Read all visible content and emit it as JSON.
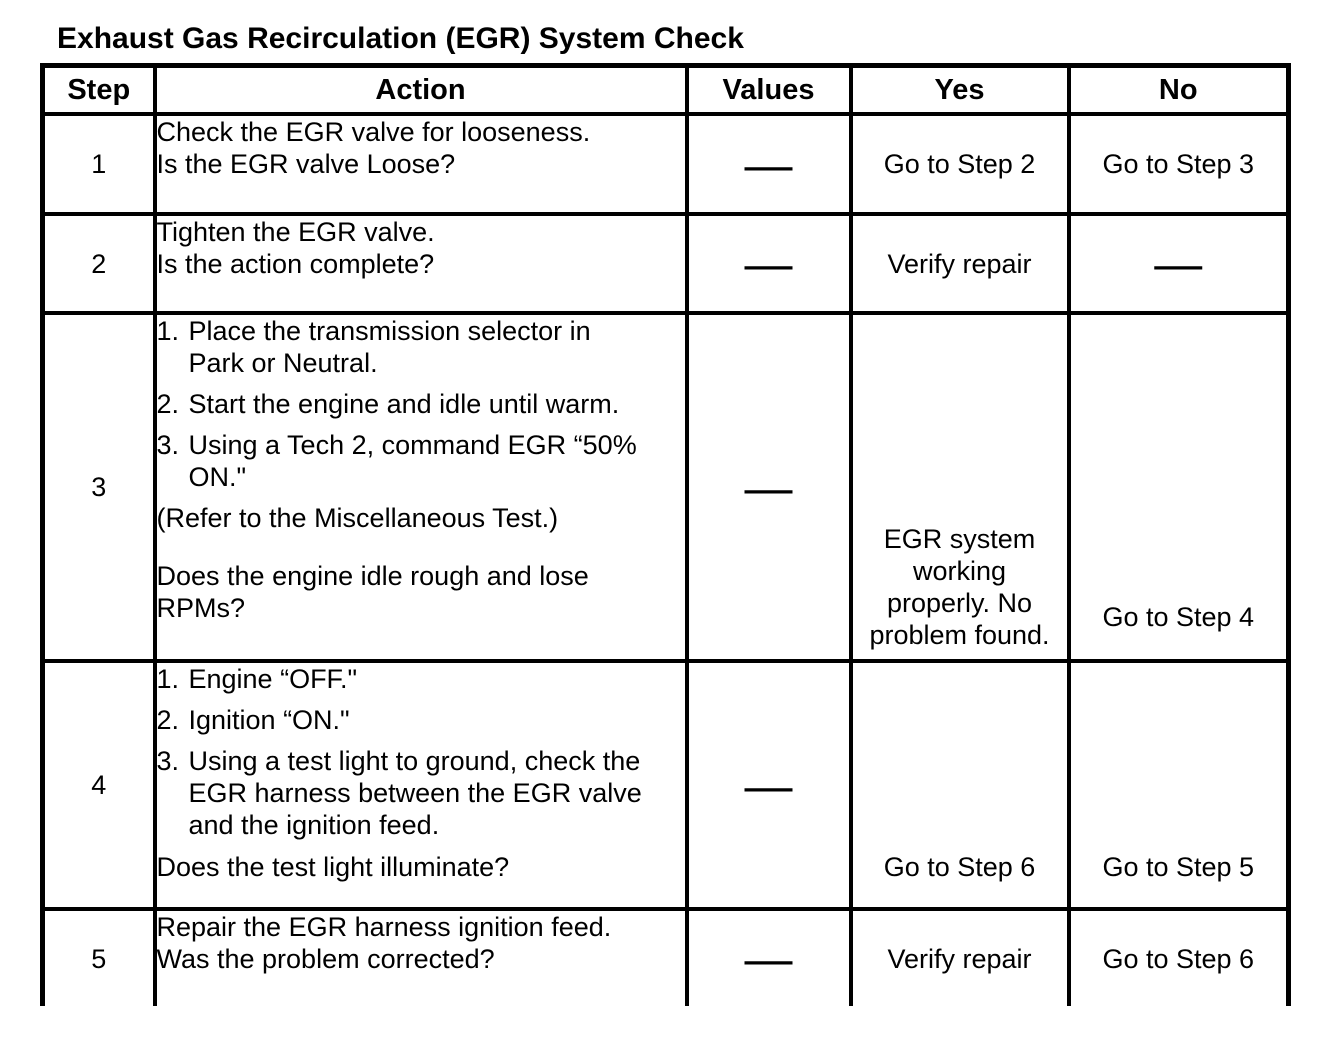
{
  "title": "Exhaust Gas Recirculation (EGR) System Check",
  "colors": {
    "text": "#000000",
    "border": "#000000",
    "background": "#ffffff"
  },
  "table": {
    "headers": {
      "step": "Step",
      "action": "Action",
      "values": "Values",
      "yes": "Yes",
      "no": "No"
    },
    "rows": [
      {
        "step": "1",
        "action_lines": [
          "Check the EGR valve for looseness.",
          "Is the EGR valve Loose?"
        ],
        "values": "—",
        "yes": "Go to Step 2",
        "no": "Go to Step 3"
      },
      {
        "step": "2",
        "action_lines": [
          "Tighten the EGR valve.",
          "Is the action complete?"
        ],
        "values": "—",
        "yes": "Verify repair",
        "no": "—"
      },
      {
        "step": "3",
        "items": [
          {
            "num": "1.",
            "lines": [
              "Place the transmission selector in",
              "Park or Neutral."
            ]
          },
          {
            "num": "2.",
            "lines": [
              "Start the engine and idle until warm."
            ]
          },
          {
            "num": "3.",
            "lines": [
              "Using a Tech 2, command EGR “50%",
              "ON.\""
            ]
          }
        ],
        "note": "(Refer to the Miscellaneous Test.)",
        "question_lines": [
          "Does the engine idle rough and lose",
          "RPMs?"
        ],
        "values": "—",
        "yes": "EGR system working properly. No problem found.",
        "no": "Go to Step 4"
      },
      {
        "step": "4",
        "items": [
          {
            "num": "1.",
            "lines": [
              "Engine “OFF.\""
            ]
          },
          {
            "num": "2.",
            "lines": [
              "Ignition “ON.\""
            ]
          },
          {
            "num": "3.",
            "lines": [
              "Using a test light to ground, check the",
              "EGR harness between the EGR valve",
              "and the ignition feed."
            ]
          }
        ],
        "question_lines": [
          "Does the test light illuminate?"
        ],
        "values": "—",
        "yes": "Go to Step 6",
        "no": "Go to Step 5"
      },
      {
        "step": "5",
        "action_lines": [
          "Repair the EGR harness ignition feed.",
          "Was the problem corrected?"
        ],
        "values": "—",
        "yes": "Verify repair",
        "no": "Go to Step 6"
      }
    ]
  }
}
